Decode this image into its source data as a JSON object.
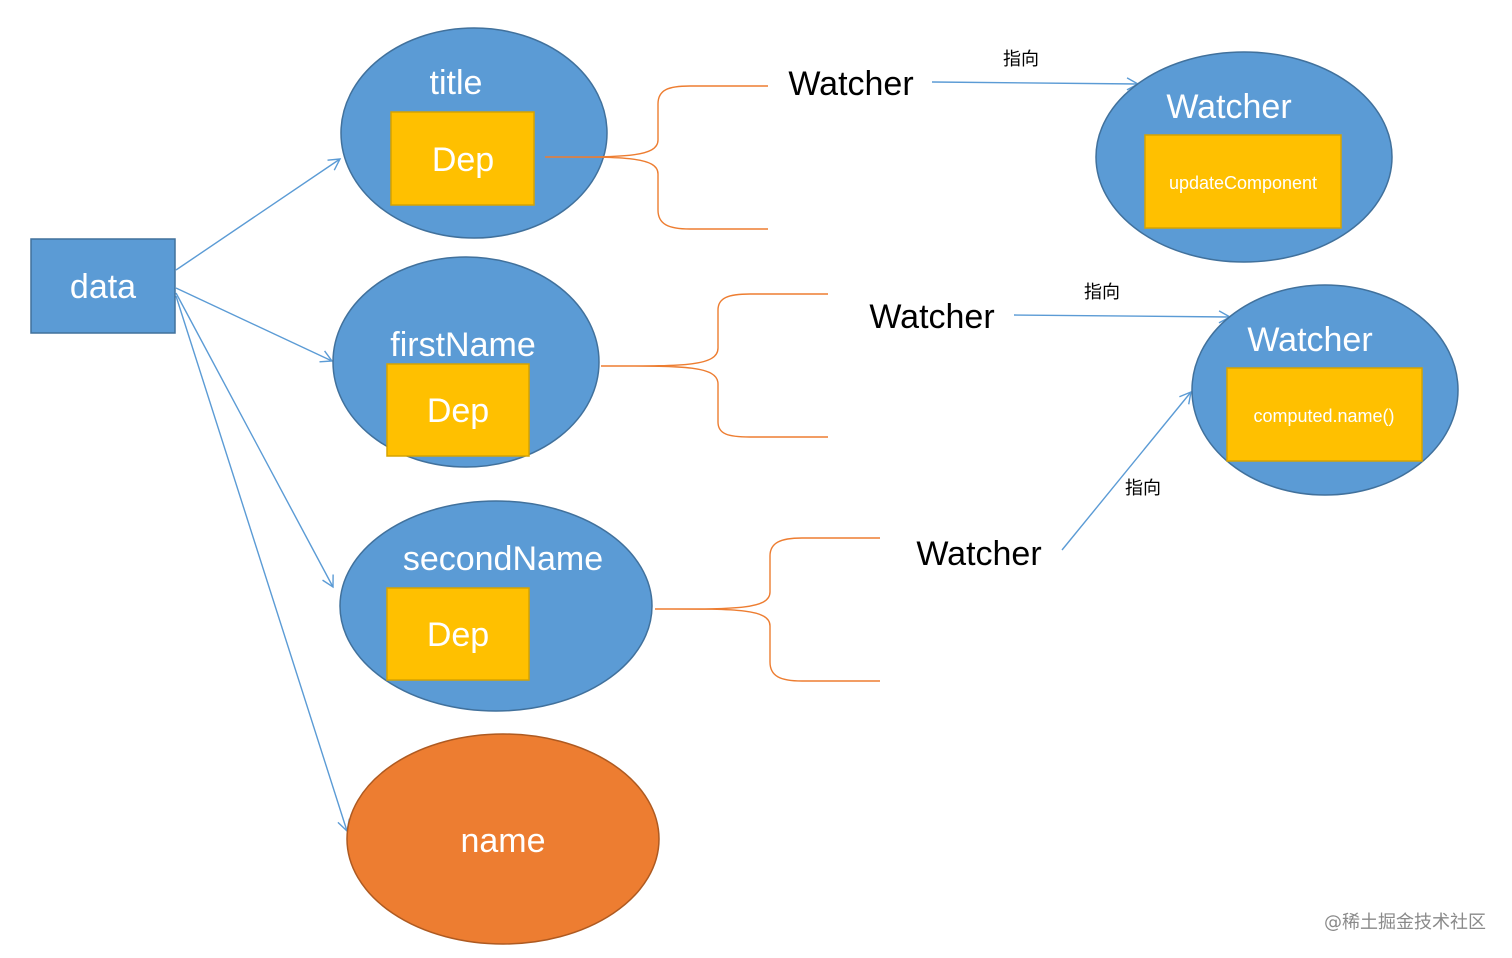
{
  "data_box": {
    "label": "data"
  },
  "props": [
    {
      "label": "title",
      "dep": "Dep"
    },
    {
      "label": "firstName",
      "dep": "Dep"
    },
    {
      "label": "secondName",
      "dep": "Dep"
    }
  ],
  "computed_prop": {
    "label": "name"
  },
  "watcher_labels": [
    "Watcher",
    "Watcher",
    "Watcher"
  ],
  "watcher_nodes": [
    {
      "label": "Watcher",
      "inner": "updateComponent"
    },
    {
      "label": "Watcher",
      "inner": "computed.name()"
    }
  ],
  "arrow_labels": [
    "指向",
    "指向",
    "指向"
  ],
  "watermark": "@稀土掘金技术社区",
  "colors": {
    "blue": "#5b9bd5",
    "blue_stroke": "#41719c",
    "yellow": "#ffc000",
    "yellow_stroke": "#d6a300",
    "orange": "#ed7d31",
    "orange_stroke": "#ae5a21",
    "bracket": "#ed7d31",
    "arrow": "#5b9bd5"
  }
}
